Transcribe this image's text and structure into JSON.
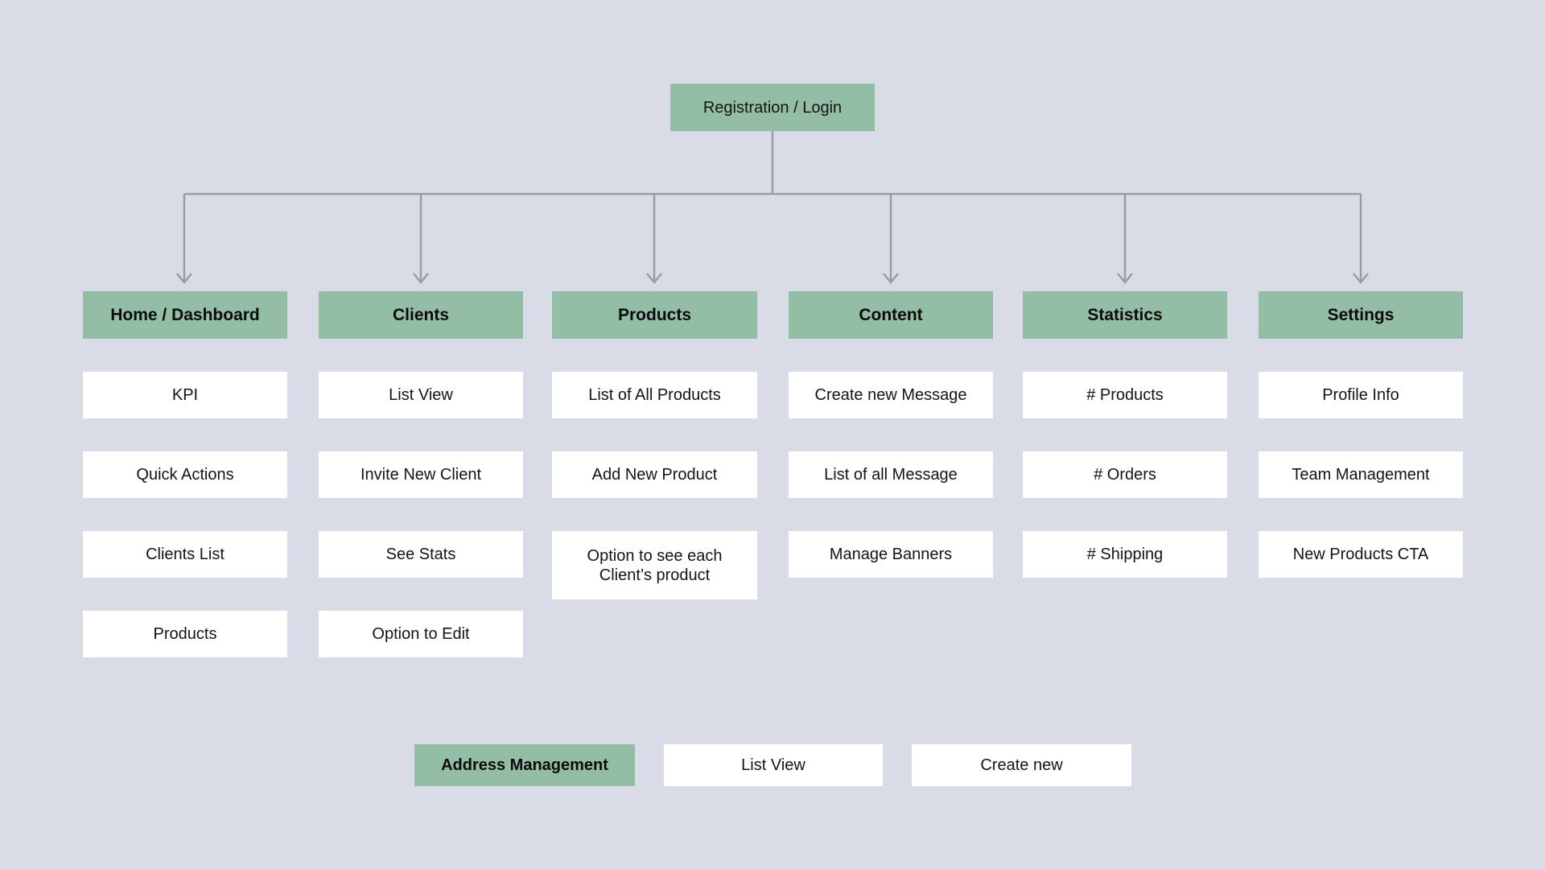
{
  "diagram": {
    "type": "sitemap-flowchart",
    "root": {
      "label": "Registration / Login"
    },
    "columns": [
      {
        "header": "Home / Dashboard",
        "items": [
          "KPI",
          "Quick Actions",
          "Clients List",
          "Products"
        ]
      },
      {
        "header": "Clients",
        "items": [
          "List View",
          "Invite New Client",
          "See Stats",
          "Option to Edit"
        ]
      },
      {
        "header": "Products",
        "items": [
          "List of All Products",
          "Add New Product",
          "Option to see each Client’s product"
        ]
      },
      {
        "header": "Content",
        "items": [
          "Create new Message",
          "List of all Message",
          "Manage Banners"
        ]
      },
      {
        "header": "Statistics",
        "items": [
          "# Products",
          "# Orders",
          "# Shipping"
        ]
      },
      {
        "header": "Settings",
        "items": [
          "Profile Info",
          "Team Management",
          "New Products CTA"
        ]
      }
    ],
    "bottom_row": [
      {
        "label": "Address Management",
        "style": "header"
      },
      {
        "label": "List View",
        "style": "item"
      },
      {
        "label": "Create new",
        "style": "item"
      }
    ],
    "colors": {
      "background": "#d9dce6",
      "node_green": "#94bda6",
      "node_white": "#ffffff",
      "connector_gray": "#9b9ba3",
      "text": "#141414"
    }
  }
}
